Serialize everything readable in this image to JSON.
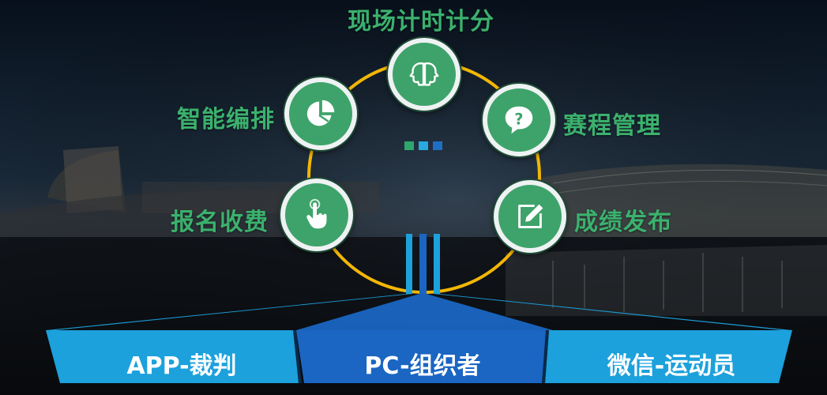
{
  "center_dots": [
    "#2fa66c",
    "#29a9e0",
    "#1e6fc4"
  ],
  "features": [
    {
      "label": "现场计时计分",
      "icon": "two-heads-icon"
    },
    {
      "label": "赛程管理",
      "icon": "question-bubble-icon"
    },
    {
      "label": "成绩发布",
      "icon": "edit-note-icon"
    },
    {
      "label": "报名收费",
      "icon": "touch-hand-icon"
    },
    {
      "label": "智能编排",
      "icon": "pie-chart-icon"
    }
  ],
  "platforms": [
    {
      "label": "APP-裁判",
      "color": "#1ca1dc"
    },
    {
      "label": "PC-组织者",
      "color": "#1a66c2"
    },
    {
      "label": "微信-运动员",
      "color": "#1ca1dc"
    }
  ],
  "colors": {
    "ring": "#f2b705",
    "node_green": "#3ea36a",
    "label_green": "#3bb16d"
  }
}
